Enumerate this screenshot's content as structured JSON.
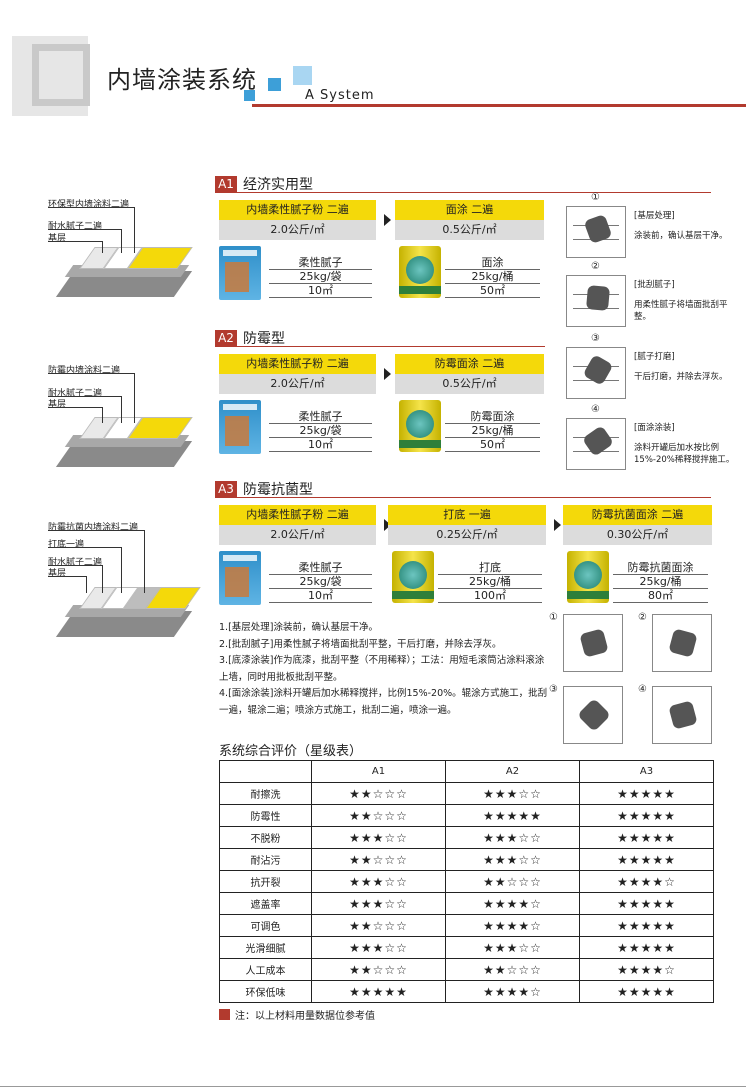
{
  "header": {
    "title": "内墙涂装系统",
    "subtitle": "A System"
  },
  "sections": [
    {
      "tag": "A1",
      "title": "经济实用型",
      "legend": [
        "环保型内墙涂料二遍",
        "耐水腻子二遍",
        "基层"
      ],
      "products": [
        {
          "name": "内墙柔性腻子粉 二遍",
          "rate": "2.0公斤/㎡",
          "spec_name": "柔性腻子",
          "spec_pack": "25kg/袋",
          "spec_cover": "10㎡",
          "kind": "bag"
        },
        {
          "name": "面涂 二遍",
          "rate": "0.5公斤/㎡",
          "spec_name": "面涂",
          "spec_pack": "25kg/桶",
          "spec_cover": "50㎡",
          "kind": "can"
        }
      ]
    },
    {
      "tag": "A2",
      "title": "防霉型",
      "legend": [
        "防霉内墙涂料二遍",
        "耐水腻子二遍",
        "基层"
      ],
      "products": [
        {
          "name": "内墙柔性腻子粉 二遍",
          "rate": "2.0公斤/㎡",
          "spec_name": "柔性腻子",
          "spec_pack": "25kg/袋",
          "spec_cover": "10㎡",
          "kind": "bag"
        },
        {
          "name": "防霉面涂 二遍",
          "rate": "0.5公斤/㎡",
          "spec_name": "防霉面涂",
          "spec_pack": "25kg/桶",
          "spec_cover": "50㎡",
          "kind": "can"
        }
      ]
    },
    {
      "tag": "A3",
      "title": "防霉抗菌型",
      "legend": [
        "防霉抗菌内墙涂料二遍",
        "打底一遍",
        "耐水腻子二遍",
        "基层"
      ],
      "products": [
        {
          "name": "内墙柔性腻子粉 二遍",
          "rate": "2.0公斤/㎡",
          "spec_name": "柔性腻子",
          "spec_pack": "25kg/袋",
          "spec_cover": "10㎡",
          "kind": "bag"
        },
        {
          "name": "打底 一遍",
          "rate": "0.25公斤/㎡",
          "spec_name": "打底",
          "spec_pack": "25kg/桶",
          "spec_cover": "100㎡",
          "kind": "can"
        },
        {
          "name": "防霉抗菌面涂 二遍",
          "rate": "0.30公斤/㎡",
          "spec_name": "防霉抗菌面涂",
          "spec_pack": "25kg/桶",
          "spec_cover": "80㎡",
          "kind": "can"
        }
      ]
    }
  ],
  "steps": [
    {
      "num": "①",
      "title": "[基层处理]",
      "desc": "涂装前，确认基层干净。"
    },
    {
      "num": "②",
      "title": "[批刮腻子]",
      "desc": "用柔性腻子将墙面批刮平整。"
    },
    {
      "num": "③",
      "title": "[腻子打磨]",
      "desc": "干后打磨，并除去浮灰。"
    },
    {
      "num": "④",
      "title": "[面涂涂装]",
      "desc": "涂料开罐后加水按比例15%-20%稀释搅拌施工。"
    }
  ],
  "small_steps": [
    "①",
    "②",
    "③",
    "④"
  ],
  "notes": [
    "1.[基层处理]涂装前，确认基层干净。",
    "2.[批刮腻子]用柔性腻子将墙面批刮平整，干后打磨，并除去浮灰。",
    "3.[底漆涂装]作为底漆，批刮平整（不用稀释）；工法：用短毛滚筒沾涂料滚涂上墙，同时用批板批刮平整。",
    "4.[面涂涂装]涂料开罐后加水稀释搅拌，比例15%-20%。辊涂方式施工，批刮一遍，辊涂二遍；喷涂方式施工，批刮二遍，喷涂一遍。"
  ],
  "evaluation": {
    "title": "系统综合评价（星级表）",
    "columns": [
      "A1",
      "A2",
      "A3"
    ],
    "rows": [
      {
        "label": "耐擦洗",
        "values": [
          "★★☆☆☆",
          "★★★☆☆",
          "★★★★★"
        ]
      },
      {
        "label": "防霉性",
        "values": [
          "★★☆☆☆",
          "★★★★★",
          "★★★★★"
        ]
      },
      {
        "label": "不脱粉",
        "values": [
          "★★★☆☆",
          "★★★☆☆",
          "★★★★★"
        ]
      },
      {
        "label": "耐沾污",
        "values": [
          "★★☆☆☆",
          "★★★☆☆",
          "★★★★★"
        ]
      },
      {
        "label": "抗开裂",
        "values": [
          "★★★☆☆",
          "★★☆☆☆",
          "★★★★☆"
        ]
      },
      {
        "label": "遮盖率",
        "values": [
          "★★★☆☆",
          "★★★★☆",
          "★★★★★"
        ]
      },
      {
        "label": "可调色",
        "values": [
          "★★☆☆☆",
          "★★★★☆",
          "★★★★★"
        ]
      },
      {
        "label": "光滑细腻",
        "values": [
          "★★★☆☆",
          "★★★☆☆",
          "★★★★★"
        ]
      },
      {
        "label": "人工成本",
        "values": [
          "★★☆☆☆",
          "★★☆☆☆",
          "★★★★☆"
        ]
      },
      {
        "label": "环保低味",
        "values": [
          "★★★★★",
          "★★★★☆",
          "★★★★★"
        ]
      }
    ]
  },
  "footnote": "注：以上材料用量数据位参考值",
  "colors": {
    "accent": "#b23a2e",
    "yellow": "#f4d90a",
    "blue": "#3d9fd8"
  }
}
